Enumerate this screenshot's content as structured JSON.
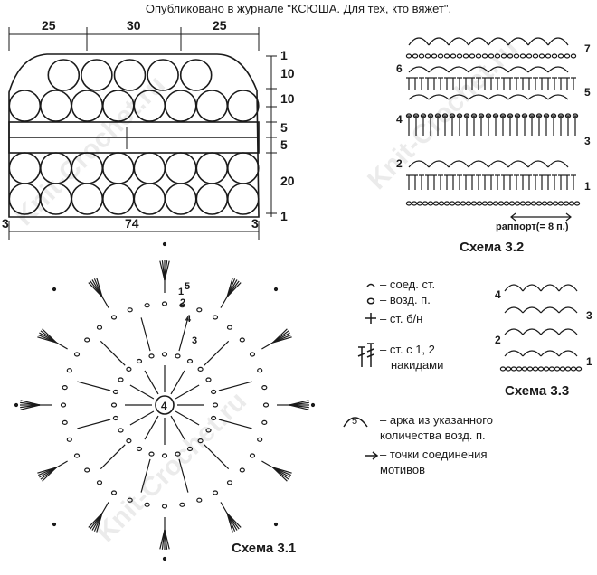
{
  "header": {
    "text": "Опубликовано в журнале \"КСЮША. Для тех, кто вяжет\"."
  },
  "bag_diagram": {
    "top_widths": [
      "25",
      "30",
      "25"
    ],
    "bottom_width": "74",
    "side_left": "3",
    "side_right": "3",
    "heights": [
      "1",
      "10",
      "10",
      "5",
      "5",
      "20",
      "1"
    ]
  },
  "scheme_32": {
    "title": "Схема 3.2",
    "row_numbers_left": [
      "6",
      "4",
      "2"
    ],
    "row_numbers_right": [
      "7",
      "5",
      "3",
      "1"
    ],
    "repeat_label": "раппорт(= 8 п.)",
    "arch_counts": [
      "7",
      "7",
      "7",
      "7",
      "7",
      "7",
      "7",
      "7"
    ]
  },
  "scheme_33": {
    "title": "Схема 3.3",
    "row_numbers_left": [
      "4",
      "2"
    ],
    "row_numbers_right": [
      "3",
      "1"
    ]
  },
  "scheme_31": {
    "title": "Схема 3.1",
    "center_label": "4",
    "round_labels": [
      "1",
      "2",
      "3",
      "4",
      "5"
    ]
  },
  "legend": {
    "items": [
      {
        "icon": "slip-stitch-icon",
        "text": "– соед. ст."
      },
      {
        "icon": "chain-stitch-icon",
        "text": "– возд. п."
      },
      {
        "icon": "single-crochet-icon",
        "text": "– ст. б/н"
      },
      {
        "icon": "double-crochet-icon",
        "text": "– ст. с 1, 2"
      },
      {
        "icon": "",
        "text": "накидами"
      },
      {
        "icon": "arch-icon",
        "text": "– арка из указанного"
      },
      {
        "icon": "",
        "text": "количества  возд. п."
      },
      {
        "icon": "arrow-icon",
        "text": "– точки соединения"
      },
      {
        "icon": "",
        "text": "мотивов"
      }
    ],
    "arch_num": "5"
  },
  "watermark": "Knit-Crochet.ru"
}
